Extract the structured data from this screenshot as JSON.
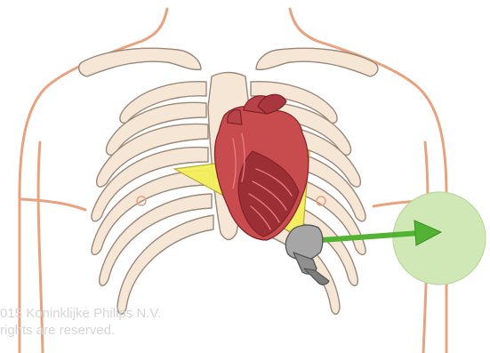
{
  "figure": {
    "subject": "Chest anatomy with heart and probe",
    "elements": {
      "body_outline": "torso-outline",
      "rib_cage": "rib-cage",
      "heart": "heart",
      "ultrasound_plane": "imaging-plane",
      "probe": "transducer-probe",
      "direction_arrow": "arrow",
      "target_zone": "green-circle"
    },
    "colors": {
      "skin_outline": "#e8a27e",
      "bone_fill": "#f6e6d6",
      "bone_stroke": "#9a8878",
      "heart_fill": "#c84b4e",
      "heart_dark": "#9c2f35",
      "plane_fill": "#f3ee5a",
      "probe_fill": "#a6a6a6",
      "arrow": "#52b232",
      "zone_fill": "#cfe8b6"
    }
  },
  "watermark": {
    "line1": "015 Koninklijke Philips N.V.",
    "line2": "rights are reserved."
  }
}
